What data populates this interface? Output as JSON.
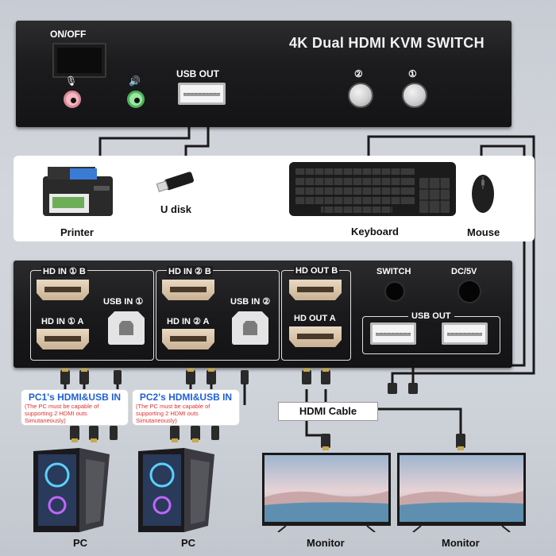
{
  "front_panel": {
    "title": "4K Dual HDMI KVM SWITCH",
    "power_label": "ON/OFF",
    "usb_out_label": "USB OUT",
    "button_1_label": "②",
    "button_2_label": "①",
    "mic_icon": "microphone-icon",
    "speaker_icon": "speaker-icon"
  },
  "devices": {
    "printer_label": "Printer",
    "udisk_label": "U disk",
    "keyboard_label": "Keyboard",
    "mouse_label": "Mouse"
  },
  "back_panel": {
    "hd_in_1b": "HD IN ① B",
    "hd_in_1a": "HD IN ① A",
    "usb_in_1": "USB IN ①",
    "hd_in_2b": "HD IN ② B",
    "hd_in_2a": "HD IN ② A",
    "usb_in_2": "USB IN ②",
    "hd_out_b": "HD OUT B",
    "hd_out_a": "HD OUT A",
    "switch_label": "SWITCH",
    "dc_label": "DC/5V",
    "usb_out_label": "USB OUT"
  },
  "pc1": {
    "title": "PC1's HDMI&USB IN",
    "note": "(The PC must be capable of supporting 2 HDMI outs Simutaneously)",
    "label": "PC"
  },
  "pc2": {
    "title": "PC2's HDMI&USB IN",
    "note": "(The PC must be capable of supporting 2 HDMI outs Simutaneously)",
    "label": "PC"
  },
  "hdmi_cable_label": "HDMI Cable",
  "monitor_1_label": "Monitor",
  "monitor_2_label": "Monitor",
  "colors": {
    "pc_title_blue": "#1f5fd8",
    "pc_note_red": "#e23030",
    "panel_black": "#1a1a1c"
  }
}
